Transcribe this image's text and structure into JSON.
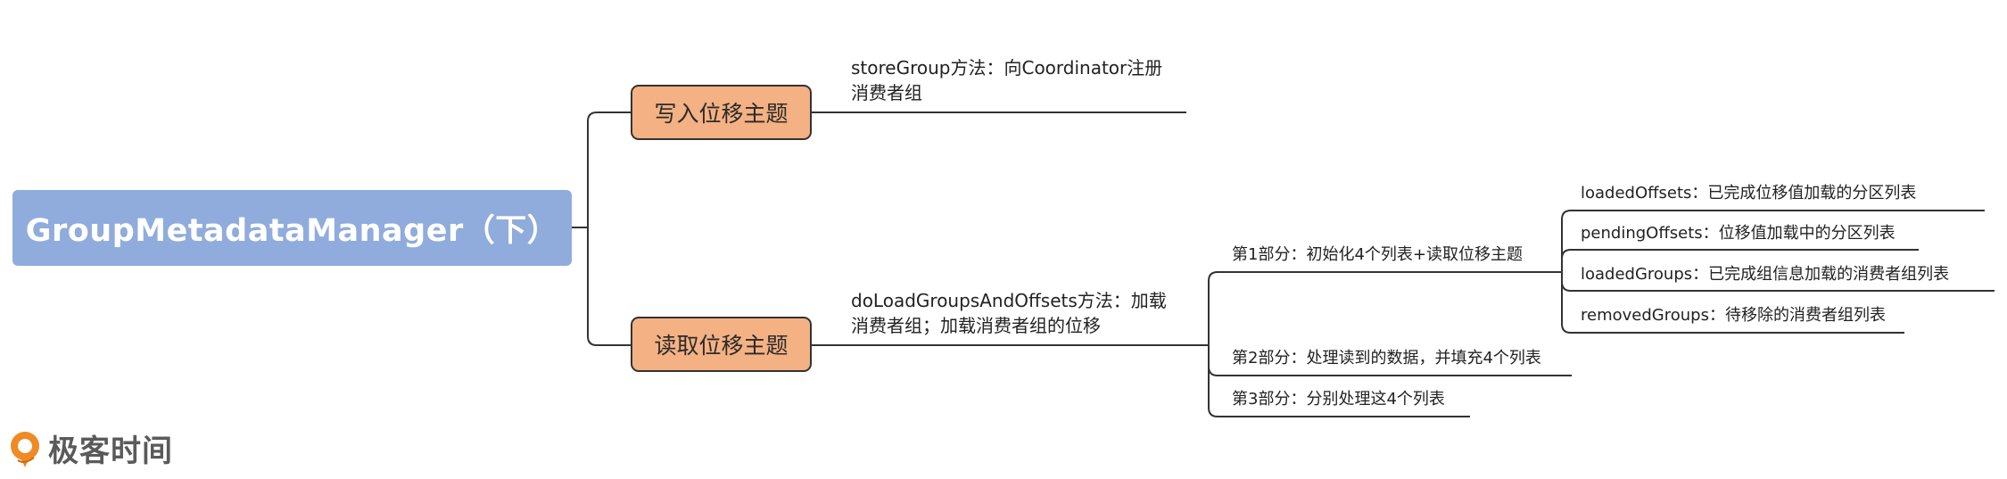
{
  "root": {
    "title": "GroupMetadataManager（下）"
  },
  "branches": [
    {
      "label": "写入位移主题",
      "detail": "storeGroup方法：向Coordinator注册\n消费者组"
    },
    {
      "label": "读取位移主题",
      "detail": "doLoadGroupsAndOffsets方法：加载\n消费者组；加载消费者组的位移",
      "parts": [
        {
          "label": "第1部分：初始化4个列表+读取位移主题",
          "items": [
            "loadedOffsets：已完成位移值加载的分区列表",
            "pendingOffsets：位移值加载中的分区列表",
            "loadedGroups：已完成组信息加载的消费者组列表",
            "removedGroups：待移除的消费者组列表"
          ]
        },
        {
          "label": "第2部分：处理读到的数据，并填充4个列表"
        },
        {
          "label": "第3部分：分别处理这4个列表"
        }
      ]
    }
  ],
  "logo": {
    "text": "极客时间"
  },
  "colors": {
    "root_fill": "#8facdc",
    "topic_fill": "#f4b183",
    "line": "#333333",
    "logo_accent": "#f08a24"
  }
}
